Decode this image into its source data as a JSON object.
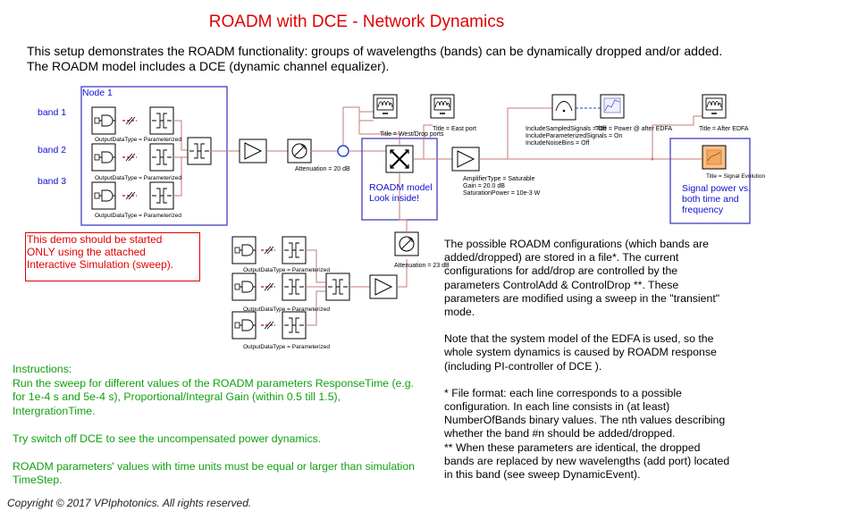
{
  "title": "ROADM with DCE - Network Dynamics",
  "intro": "This setup demonstrates the ROADM functionality: groups of wavelengths (bands) can be dynamically dropped and/or added. The ROADM model includes a DCE (dynamic channel equalizer).",
  "node_label": "Node 1",
  "bands": [
    "band 1",
    "band 2",
    "band 3"
  ],
  "output_data_type": "OutputDataType = Parameterized",
  "attenuation_1": "Attenuation = 20 dB",
  "attenuation_2": "Attenuation = 23 dB",
  "title_west": "Title = West/Drop ports",
  "title_east": "Title = East port",
  "title_power": "Title = Power @ after EDFA",
  "title_after": "Title = After EDFA",
  "title_signal": "Title = Signal Evolution",
  "sampled_params": [
    "IncludeSampledSignals = Off",
    "IncludeParameterizedSignals = On",
    "IncludeNoiseBins = Off"
  ],
  "amplifier_params": [
    "AmplifierType = Saturable",
    "Gain = 20.0 dB",
    "SaturationPower = 10e-3 W"
  ],
  "roadm_note": [
    "ROADM model",
    "Look inside!"
  ],
  "signal_note": [
    "Signal power vs.",
    "both time and",
    "frequency"
  ],
  "demo_warning": [
    "This demo should be started",
    "ONLY using the attached",
    "Interactive Simulation (sweep)."
  ],
  "info_paragraphs": [
    "The possible ROADM configurations (which bands are added/dropped) are stored in a file*. The current configurations for add/drop are controlled by the parameters ControlAdd & ControlDrop **. These parameters are modified using a sweep in the \"transient\" mode.",
    "Note that the system model of the EDFA is used, so the whole system dynamics is caused by ROADM response (including PI-controller of DCE ).",
    "* File format: each line corresponds to a possible configuration. In each line consists in (at least) NumberOfBands binary values. The nth values describing whether the band #n should be added/dropped.\n** When these parameters are identical, the dropped bands are replaced by new wavelengths (add port) located in this band (see sweep DynamicEvent)."
  ],
  "instructions": [
    "Instructions:\nRun the sweep for different values of the ROADM parameters ResponseTime (e.g. for 1e-4 s and 5e-4 s),  Proportional/Integral Gain (within 0.5 till 1.5), IntergrationTime.",
    "Try switch off DCE to see the uncompensated power dynamics.",
    "ROADM parameters' values with time units must be equal or larger than simulation TimeStep."
  ],
  "copyright": "Copyright © 2017 VPIphotonics. All rights reserved.",
  "colors": {
    "title": "#e00000",
    "blue": "#1010d0",
    "green": "#10a010",
    "wire": "#c87878",
    "frame": "#4040c0"
  }
}
